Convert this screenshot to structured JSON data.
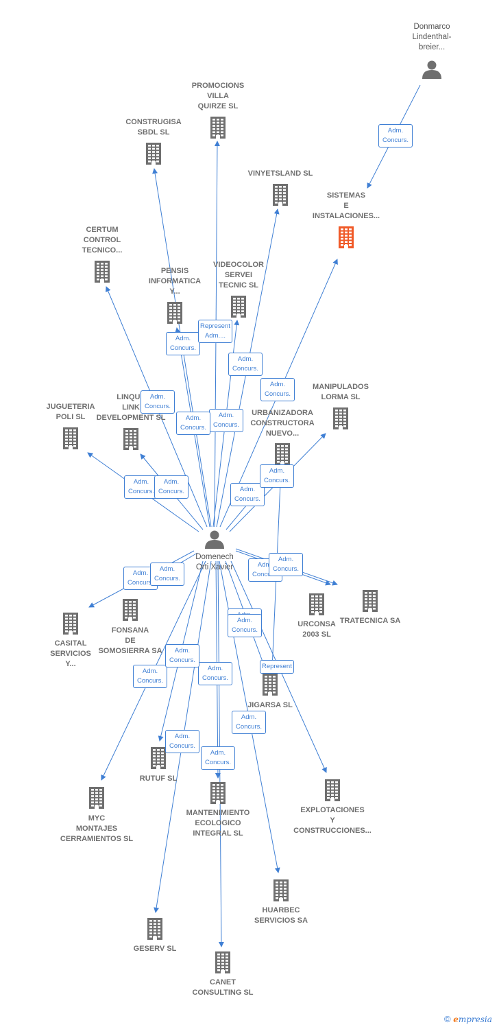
{
  "colors": {
    "edge": "#3f7fd4",
    "building": "#6f6f6f",
    "highlight": "#f05a28",
    "person": "#6f6f6f"
  },
  "nodes": [
    {
      "id": "donmarco",
      "type": "person",
      "lines": [
        "Donmarco",
        "Lindenthal-",
        "breier..."
      ]
    },
    {
      "id": "domenech",
      "type": "person",
      "lines": [
        "Domenech",
        "Orti Xavier"
      ]
    },
    {
      "id": "sistemas",
      "type": "company",
      "highlight": true,
      "lines": [
        "SISTEMAS",
        "E",
        "INSTALACIONES..."
      ]
    },
    {
      "id": "promocions",
      "type": "company",
      "lines": [
        "PROMOCIONS",
        "VILLA",
        "QUIRZE SL"
      ]
    },
    {
      "id": "construgisa",
      "type": "company",
      "lines": [
        "CONSTRUGISA",
        "SBDL SL"
      ]
    },
    {
      "id": "vinyetsland",
      "type": "company",
      "lines": [
        "VINYETSLAND SL"
      ]
    },
    {
      "id": "certum",
      "type": "company",
      "lines": [
        "CERTUM",
        "CONTROL",
        "TECNICO..."
      ]
    },
    {
      "id": "pensis",
      "type": "company",
      "lines": [
        "PENSIS",
        "INFORMATICA",
        "Y..."
      ]
    },
    {
      "id": "videocolor",
      "type": "company",
      "lines": [
        "VIDEOCOLOR",
        "SERVEI",
        "TECNIC SL"
      ]
    },
    {
      "id": "jugueteria",
      "type": "company",
      "lines": [
        "JUGUETERIA",
        "POLI SL"
      ]
    },
    {
      "id": "linque",
      "type": "company",
      "lines": [
        "LINQUE",
        "LINK",
        "DEVELOPMENT SL"
      ]
    },
    {
      "id": "urbanizadora",
      "type": "company",
      "lines": [
        "URBANIZADORA",
        "CONSTRUCTORA",
        "NUEVO..."
      ]
    },
    {
      "id": "manipulados",
      "type": "company",
      "lines": [
        "MANIPULADOS",
        "LORMA SL"
      ]
    },
    {
      "id": "casital",
      "type": "company",
      "lines": [
        "CASITAL",
        "SERVICIOS",
        "Y..."
      ]
    },
    {
      "id": "fonsana",
      "type": "company",
      "lines": [
        "FONSANA",
        "DE",
        "SOMOSIERRA SA"
      ]
    },
    {
      "id": "urconsa",
      "type": "company",
      "lines": [
        "URCONSA",
        "2003 SL"
      ]
    },
    {
      "id": "tratecnica",
      "type": "company",
      "lines": [
        "TRATECNICA SA"
      ]
    },
    {
      "id": "jigarsa",
      "type": "company",
      "lines": [
        "JIGARSA SL"
      ]
    },
    {
      "id": "rutuf",
      "type": "company",
      "lines": [
        "RUTUF SL"
      ]
    },
    {
      "id": "myc",
      "type": "company",
      "lines": [
        "MYC",
        "MONTAJES",
        "CERRAMIENTOS SL"
      ]
    },
    {
      "id": "mantenimiento",
      "type": "company",
      "lines": [
        "MANTENIMIENTO",
        "ECOLOGICO",
        "INTEGRAL SL"
      ]
    },
    {
      "id": "explotaciones",
      "type": "company",
      "lines": [
        "EXPLOTACIONES",
        "Y",
        "CONSTRUCCIONES..."
      ]
    },
    {
      "id": "huarbec",
      "type": "company",
      "lines": [
        "HUARBEC",
        "SERVICIOS SA"
      ]
    },
    {
      "id": "geserv",
      "type": "company",
      "lines": [
        "GESERV SL"
      ]
    },
    {
      "id": "canet",
      "type": "company",
      "lines": [
        "CANET",
        "CONSULTING SL"
      ]
    }
  ],
  "edges": [
    {
      "from": "donmarco",
      "to": "sistemas",
      "label": [
        "Adm.",
        "Concurs."
      ]
    },
    {
      "from": "domenech",
      "to": "promocions",
      "label": [
        "Adm.",
        "Concurs."
      ]
    },
    {
      "from": "domenech",
      "to": "construgisa",
      "label": [
        "Adm.",
        "Concurs."
      ]
    },
    {
      "from": "domenech",
      "to": "vinyetsland",
      "label": [
        "Adm.",
        "Concurs."
      ]
    },
    {
      "from": "domenech",
      "to": "certum",
      "label": [
        "Adm.",
        "Concurs."
      ]
    },
    {
      "from": "domenech",
      "to": "pensis",
      "label": [
        "Adm.",
        "Concurs."
      ]
    },
    {
      "from": "domenech",
      "to": "videocolor",
      "label": [
        "Represent.",
        "Adm...."
      ]
    },
    {
      "from": "domenech",
      "to": "sistemas",
      "label": [
        "Adm.",
        "Concurs."
      ]
    },
    {
      "from": "domenech",
      "to": "jugueteria",
      "label": [
        "Adm.",
        "Concurs."
      ]
    },
    {
      "from": "domenech",
      "to": "linque",
      "label": [
        "Adm.",
        "Concurs."
      ]
    },
    {
      "from": "domenech",
      "to": "urbanizadora",
      "label": [
        "Adm.",
        "Concurs."
      ]
    },
    {
      "from": "domenech",
      "to": "manipulados",
      "label": [
        "Adm.",
        "Concurs."
      ]
    },
    {
      "from": "domenech",
      "to": "casital",
      "label": [
        "Adm.",
        "Concurs."
      ]
    },
    {
      "from": "domenech",
      "to": "fonsana",
      "label": [
        "Adm.",
        "Concurs."
      ]
    },
    {
      "from": "domenech",
      "to": "urconsa",
      "label": [
        "Adm.",
        "Concurs."
      ]
    },
    {
      "from": "domenech",
      "to": "tratecnica",
      "label": [
        "Adm.",
        "Concurs."
      ]
    },
    {
      "from": "domenech",
      "to": "jigarsa",
      "label": [
        "Adm.",
        "Concurs."
      ]
    },
    {
      "from": "jigarsa",
      "to": "urbanizadora",
      "label": [
        "Represent."
      ]
    },
    {
      "from": "domenech",
      "to": "rutuf",
      "label": [
        "Adm.",
        "Concurs."
      ]
    },
    {
      "from": "domenech",
      "to": "myc",
      "label": [
        "Adm.",
        "Concurs."
      ]
    },
    {
      "from": "domenech",
      "to": "mantenimiento",
      "label": [
        "Adm.",
        "Concurs."
      ]
    },
    {
      "from": "domenech",
      "to": "explotaciones",
      "label": [
        "Adm.",
        "Concurs."
      ]
    },
    {
      "from": "domenech",
      "to": "huarbec",
      "label": [
        "Adm.",
        "Concurs."
      ]
    },
    {
      "from": "domenech",
      "to": "geserv",
      "label": [
        "Adm.",
        "Concurs."
      ]
    },
    {
      "from": "domenech",
      "to": "canet",
      "label": [
        "Adm.",
        "Concurs."
      ]
    }
  ],
  "footer": {
    "symbol": "©",
    "brand_initial": "e",
    "brand_rest": "mpresia"
  }
}
